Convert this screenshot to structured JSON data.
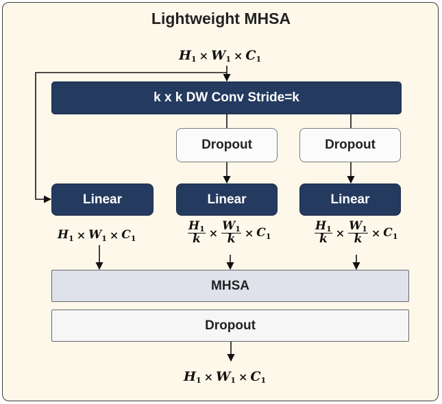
{
  "title": "Lightweight MHSA",
  "conv": {
    "label": "k x k DW Conv Stride=k"
  },
  "dropout_top_1": {
    "label": "Dropout"
  },
  "dropout_top_2": {
    "label": "Dropout"
  },
  "linear_1": {
    "label": "Linear"
  },
  "linear_2": {
    "label": "Linear"
  },
  "linear_3": {
    "label": "Linear"
  },
  "mhsa": {
    "label": "MHSA"
  },
  "dropout_bottom": {
    "label": "Dropout"
  },
  "dim": {
    "H": "H",
    "W": "W",
    "C": "C",
    "k": "k",
    "sub": "1",
    "times": "×"
  },
  "colors": {
    "dark_box": "#243a5f",
    "background": "#fdf8ea",
    "mhsa_box": "#dfe2ea"
  }
}
